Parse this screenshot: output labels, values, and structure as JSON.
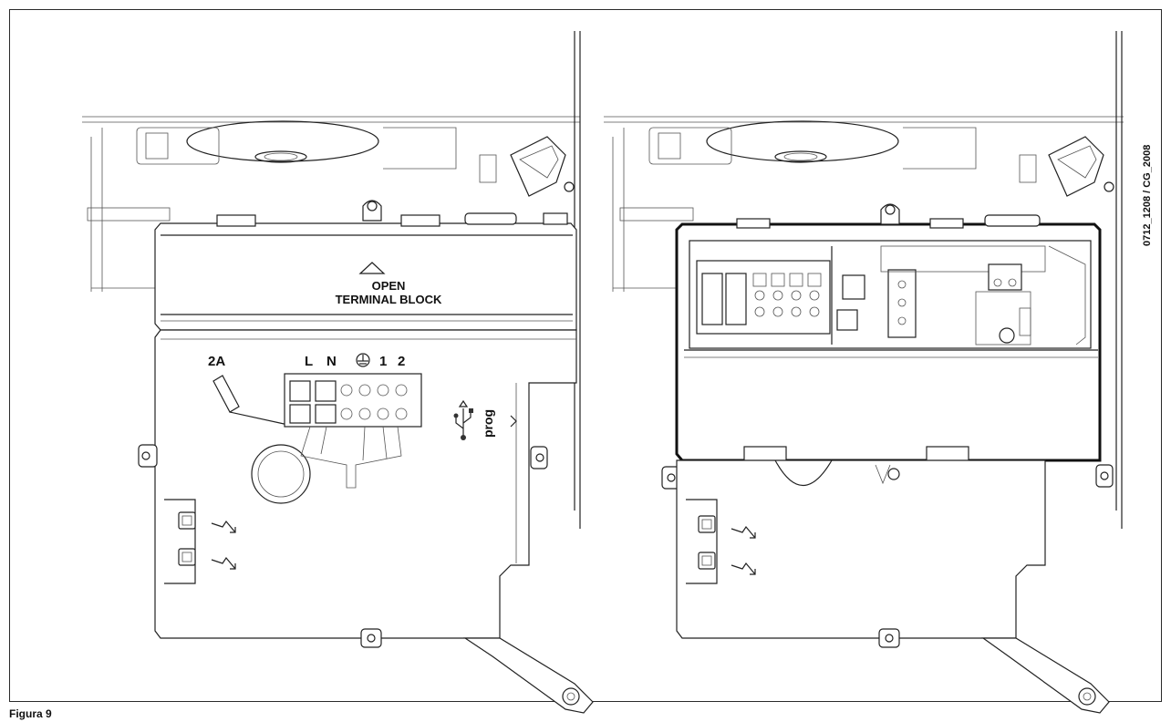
{
  "figure": {
    "caption": "Figura 9",
    "reference": "0712_1208 / CG_2008"
  },
  "left_view": {
    "cover_text": {
      "line1": "OPEN",
      "line2": "TERMINAL BLOCK"
    },
    "fuse_label": "2A",
    "terminal_labels": [
      "L",
      "N",
      "1",
      "2"
    ],
    "ground_symbol": "earth-icon",
    "usb_label": "prog"
  }
}
